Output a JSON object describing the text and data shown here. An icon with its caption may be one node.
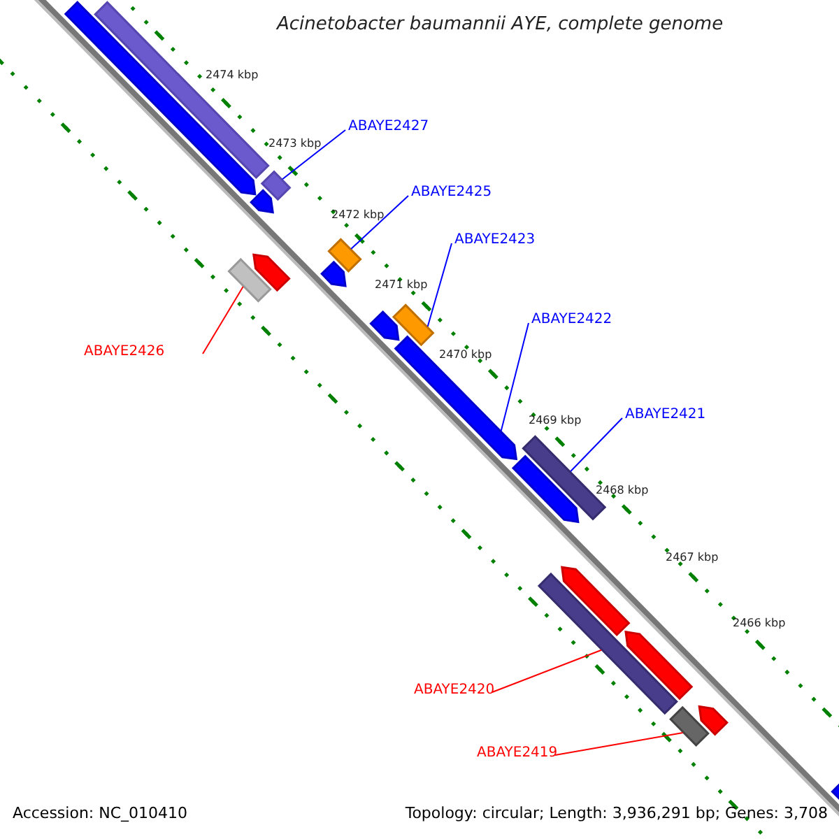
{
  "diagram": {
    "title": "Acinetobacter baumannii AYE, complete genome",
    "nodes": [
      {
        "text": [
          "ABAYE2427"
        ]
      },
      {
        "text": [],
        "shape": "bar"
      },
      {
        "text": [
          "ABAYE2425"
        ]
      },
      {
        "text": [],
        "shape": "bar"
      },
      {
        "text": [
          "ABAYE2423"
        ]
      },
      {
        "text": [],
        "shape": "bar"
      },
      {
        "text": [
          "ABAYE2422"
        ]
      },
      {
        "text": [],
        "shape": "bar"
      },
      {
        "text": [
          "ABAYE2421"
        ]
      },
      {
        "text": [],
        "shape": "bar"
      },
      {
        "text": [
          "ABAYE2426"
        ]
      },
      {
        "text": [],
        "shape": "bar"
      },
      {
        "text": [
          "ABAYE2420"
        ]
      },
      {
        "text": [],
        "shape": "bar"
      },
      {
        "text": [
          "ABAYE2419"
        ]
      },
      {
        "text": [],
        "shape": "bar"
      },
      {
        "text": [],
        "shape": "bar"
      },
      {
        "text": [],
        "shape": "bar"
      },
      {
        "text": [],
        "shape": "bar"
      },
      {
        "text": [],
        "shape": "bar"
      },
      {
        "text": [],
        "shape": "bar"
      },
      {
        "text": [],
        "shape": "bar"
      },
      {
        "text": [],
        "shape": "bar"
      },
      {
        "text": [],
        "shape": "bar"
      },
      {
        "text": [],
        "shape": "bar"
      },
      {
        "text": [],
        "shape": "bar"
      },
      {
        "text": [],
        "shape": "bar"
      }
    ],
    "edges": [
      {
        "from": 0,
        "to": 1,
        "arrow": "none"
      },
      {
        "from": 2,
        "to": 3,
        "arrow": "none"
      },
      {
        "from": 4,
        "to": 5,
        "arrow": "none"
      },
      {
        "from": 6,
        "to": 7,
        "arrow": "none"
      },
      {
        "from": 8,
        "to": 9,
        "arrow": "none"
      },
      {
        "from": 10,
        "to": 11,
        "arrow": "none",
        "color": "#ff0000"
      },
      {
        "from": 12,
        "to": 13,
        "arrow": "none",
        "color": "#ff0000"
      },
      {
        "from": 14,
        "to": 15,
        "arrow": "none",
        "color": "#ff0000"
      }
    ],
    "labels": [
      "2474 kbp",
      "2473 kbp",
      "2472 kbp",
      "2471 kbp",
      "2470 kbp",
      "2469 kbp",
      "2468 kbp",
      "2467 kbp",
      "2466 kbp",
      "Accession: NC_010410",
      "Topology: circular; Length: 3,936,291 bp; Genes: 3,708"
    ]
  }
}
